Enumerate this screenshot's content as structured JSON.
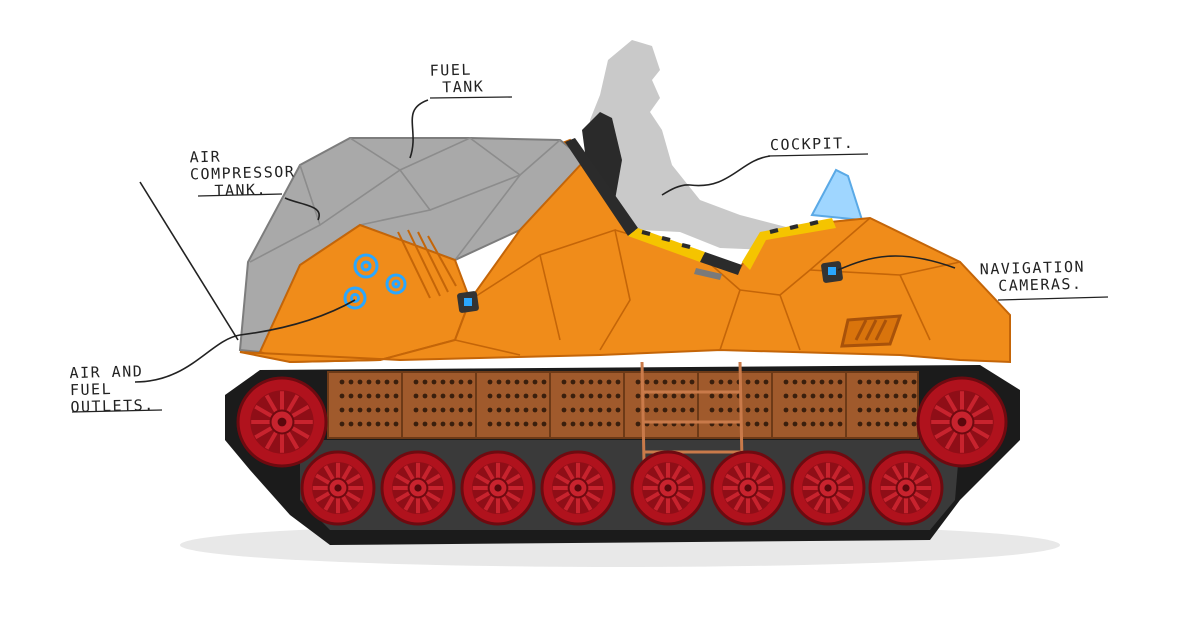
{
  "labels": {
    "fuel_tank": [
      "FUEL",
      "TANK"
    ],
    "air_compressor_tank": [
      "AIR",
      "COMPRESSOR",
      "TANK."
    ],
    "cockpit": [
      "COCKPIT."
    ],
    "navigation_cameras": [
      "NAVIGATION",
      "CAMERAS."
    ],
    "air_fuel_outlets": [
      "AIR AND",
      "FUEL",
      "OUTLETS."
    ]
  },
  "colors": {
    "body_orange": "#f08c1a",
    "body_orange_dark": "#d9740c",
    "canopy_grey": "#a9a9a9",
    "wheel_red": "#b0121d",
    "track_black": "#1b1b1b",
    "crate_brown": "#a05a2c",
    "ink": "#222222",
    "silhouette_grey": "#c9c9c9",
    "camera_blue": "#2aa7ff"
  }
}
